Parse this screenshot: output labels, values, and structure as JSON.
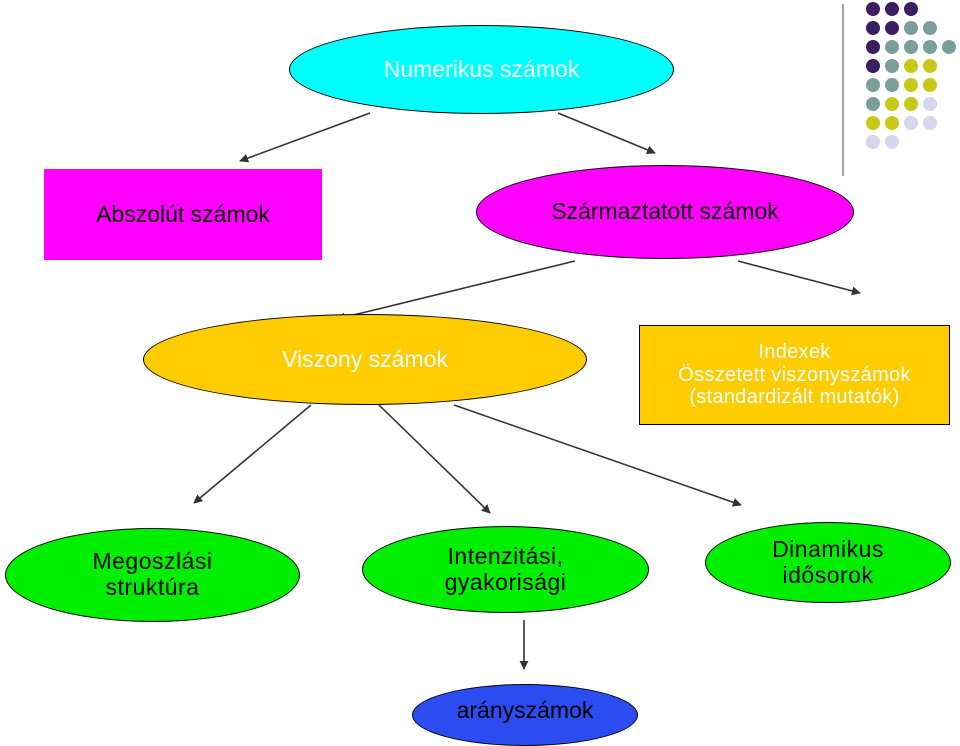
{
  "colors": {
    "cyan": "#00ffff",
    "magenta": "#ff00ff",
    "gold": "#ffcc00",
    "green": "#00ee00",
    "blue": "#2b4cf0",
    "dot_purple": "#3b1d62",
    "dot_teal": "#7a9e9a",
    "dot_olive": "#c8c818",
    "dot_lavender": "#d6d6ec"
  },
  "nodes": {
    "numerikus": {
      "label": "Numerikus számok"
    },
    "abszolut": {
      "label": "Abszolút számok"
    },
    "szarmaztatott": {
      "label": "Származtatott számok"
    },
    "viszony": {
      "label": "Viszony számok"
    },
    "indexek": {
      "line1": "Indexek",
      "line2": "Összetett viszonyszámok",
      "line3": "(standardizált mutatók)"
    },
    "megoszlasi": {
      "line1": "Megoszlási",
      "line2": "struktúra"
    },
    "intenzitasi": {
      "line1": "Intenzitási,",
      "line2": "gyakorisági"
    },
    "dinamikus": {
      "line1": "Dinamikus",
      "line2": "idősorok"
    },
    "aranyszamok": {
      "label": "arányszámok"
    }
  },
  "decoration": {
    "dot_grid": [
      [
        "purple",
        "purple",
        "purple",
        "",
        ""
      ],
      [
        "purple",
        "purple",
        "teal",
        "teal",
        ""
      ],
      [
        "purple",
        "teal",
        "teal",
        "teal",
        "teal"
      ],
      [
        "purple",
        "teal",
        "olive",
        "olive",
        ""
      ],
      [
        "teal",
        "teal",
        "olive",
        "olive",
        ""
      ],
      [
        "teal",
        "olive",
        "olive",
        "lavender",
        ""
      ],
      [
        "olive",
        "olive",
        "lavender",
        "lavender",
        ""
      ],
      [
        "lavender",
        "lavender",
        "",
        "",
        ""
      ]
    ]
  }
}
